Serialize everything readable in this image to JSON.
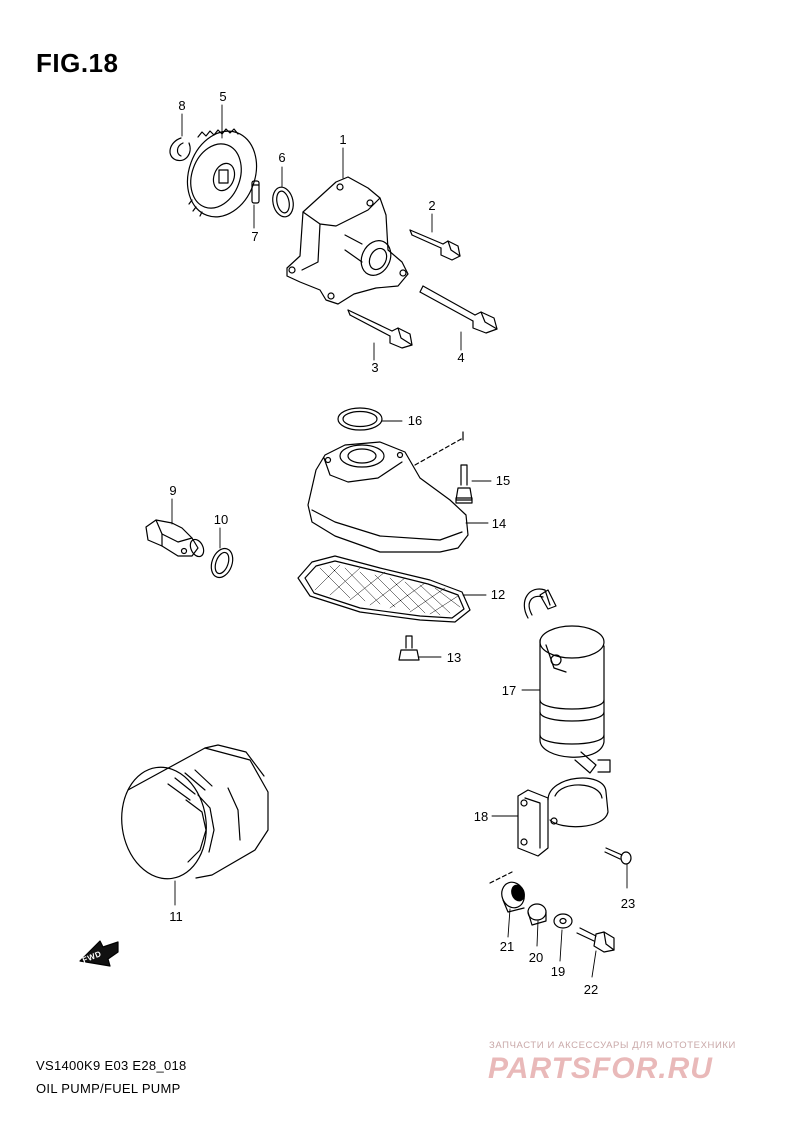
{
  "figure": {
    "title": "FIG.18",
    "model_code": "VS1400K9 E03 E28_018",
    "caption": "OIL PUMP/FUEL PUMP"
  },
  "callouts": [
    "1",
    "2",
    "3",
    "4",
    "5",
    "6",
    "7",
    "8",
    "9",
    "10",
    "11",
    "12",
    "13",
    "14",
    "15",
    "16",
    "17",
    "18",
    "19",
    "20",
    "21",
    "22",
    "23"
  ],
  "fwd_label": "FWD",
  "watermark": {
    "top_text": "ЗАПЧАСТИ И АКСЕССУАРЫ ДЛЯ МОТОТЕХНИКИ",
    "logo_text": "PARTSFOR.RU"
  }
}
